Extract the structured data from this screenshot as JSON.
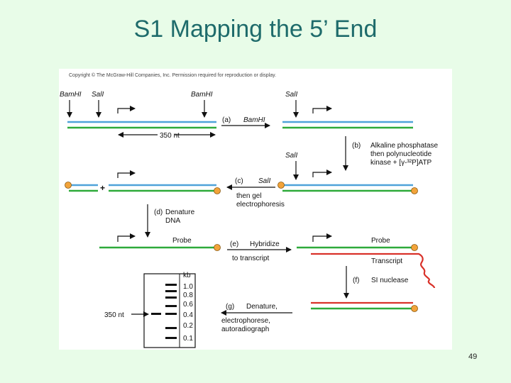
{
  "slide": {
    "title": "S1 Mapping the 5’ End",
    "page_number": "49",
    "copyright": "Copyright © The McGraw-Hill Companies, Inc. Permission required for reproduction or display."
  },
  "colors": {
    "background": "#e8fce8",
    "title": "#1e6b6b",
    "strand_blue": "#4fa3d9",
    "strand_green": "#2eaa3a",
    "transcript_red": "#d9322a",
    "label_end": "#f2a33a"
  },
  "diagram": {
    "sites": {
      "bamhi_1": "BamHI",
      "sali_1": "SalI",
      "bamhi_2": "BamHI",
      "sali_2": "SalI",
      "sali_3": "SalI"
    },
    "length_label": "350 nt",
    "steps": {
      "a_letter": "(a)",
      "a_text": "BamHI",
      "b_letter": "(b)",
      "b_line1": "Alkaline phosphatase",
      "b_line2": "then polynucleotide",
      "b_line3": "kinase + [γ-³²P]ATP",
      "c_letter": "(c)",
      "c_text": "SalI",
      "c_line2": "then gel",
      "c_line3": "electrophoresis",
      "d_letter": "(d)",
      "d_line1": "Denature",
      "d_line2": "DNA",
      "e_letter": "(e)",
      "e_line1": "Hybridize",
      "e_line2": "to transcript",
      "f_letter": "(f)",
      "f_text": "SI nuclease",
      "g_letter": "(g)",
      "g_line1": "Denature,",
      "g_line2": "electrophorese,",
      "g_line3": "autoradiograph"
    },
    "plus_sign": "+",
    "probe_label_left": "Probe",
    "probe_label_right": "Probe",
    "transcript_label": "Transcript",
    "gel": {
      "unit": "kb",
      "markers": [
        "1.0",
        "0.8",
        "0.6",
        "0.4",
        "0.2",
        "0.1"
      ],
      "band_label": "350 nt"
    }
  }
}
